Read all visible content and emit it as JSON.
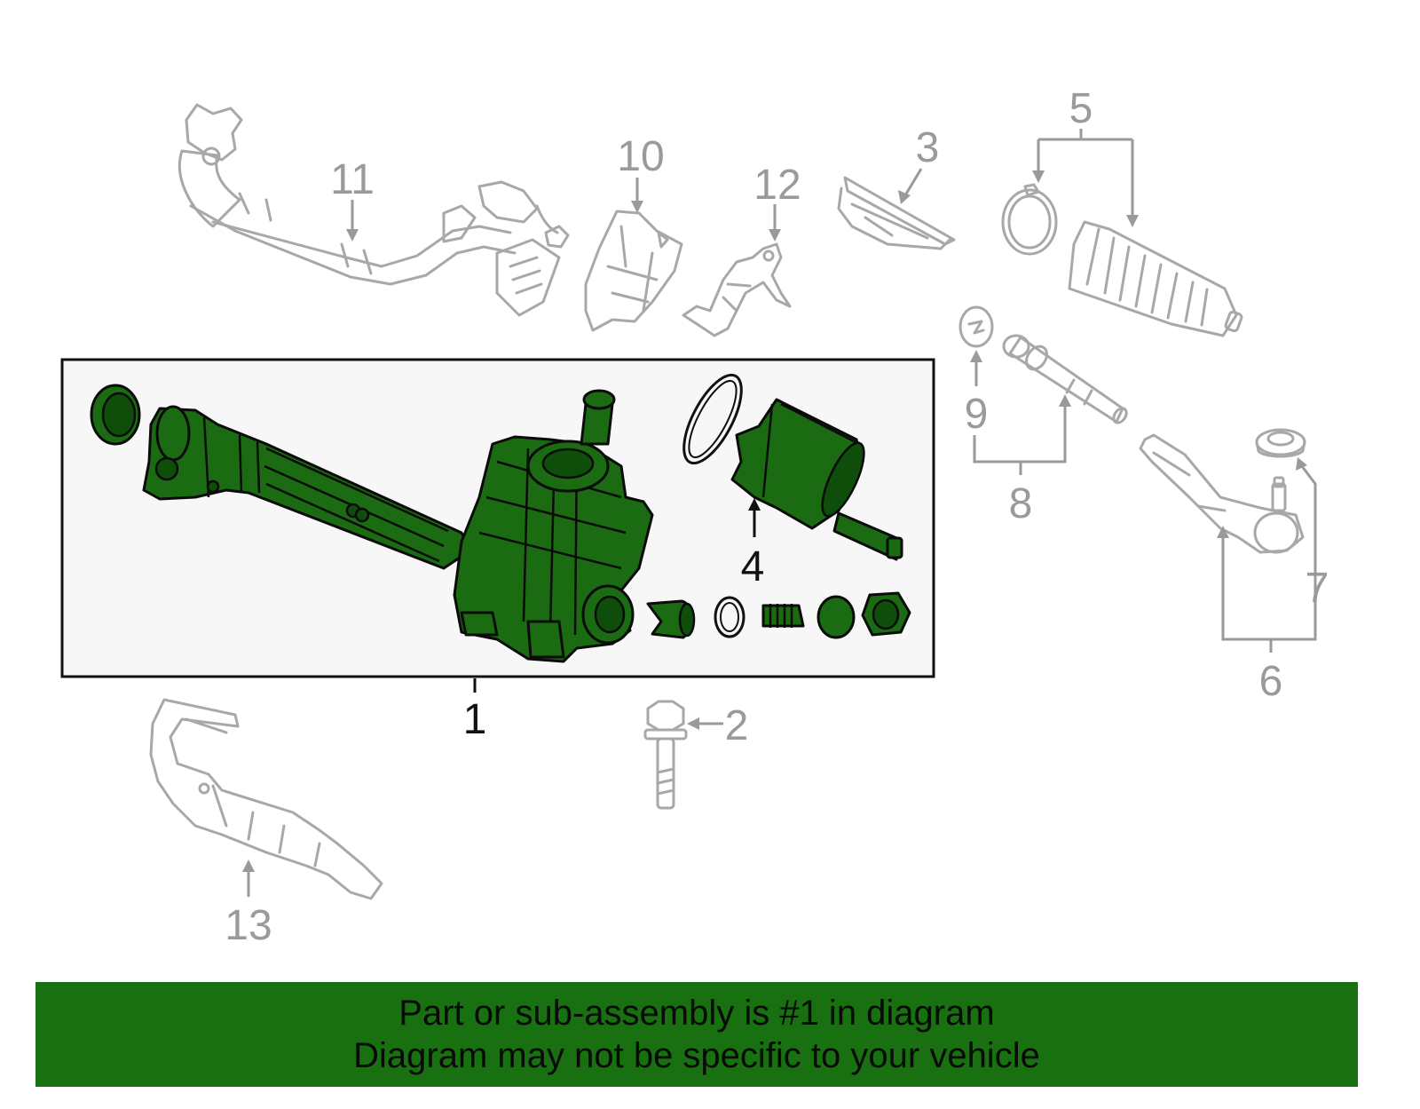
{
  "callouts": {
    "c1": "1",
    "c2": "2",
    "c3": "3",
    "c4": "4",
    "c5": "5",
    "c6": "6",
    "c7": "7",
    "c8": "8",
    "c9": "9",
    "c10": "10",
    "c11": "11",
    "c12": "12",
    "c13": "13"
  },
  "colors": {
    "highlight": "#1a6b12",
    "banner": "#187010",
    "ghost_line": "#a8a8a8",
    "callout_grey": "#9a9a9a",
    "box_background": "#f7f7f7"
  },
  "footer": {
    "line1": "Part or sub-assembly is #1 in diagram",
    "line2": "Diagram may not be specific to your vehicle"
  }
}
